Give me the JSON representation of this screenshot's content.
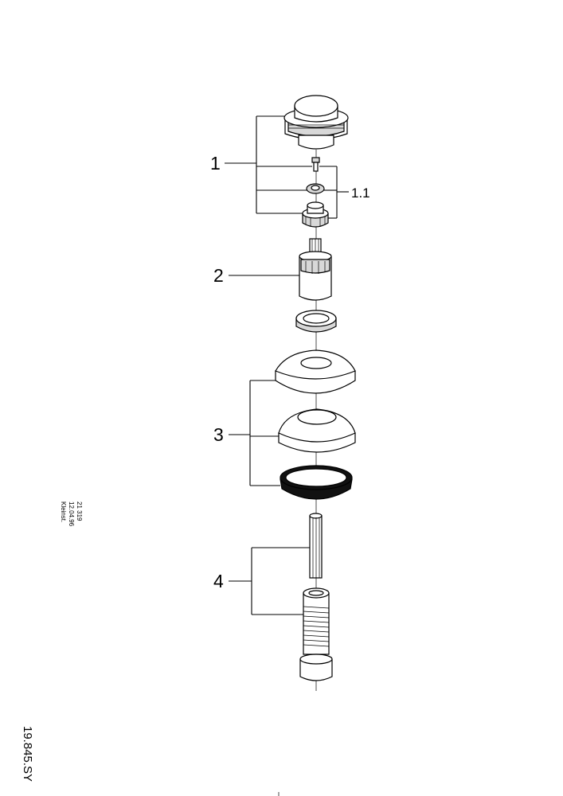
{
  "callouts": {
    "c1": "1",
    "c1_1": "1.1",
    "c2": "2",
    "c3": "3",
    "c4": "4"
  },
  "meta_text": {
    "line1": "21 319",
    "line2": "12.04.96",
    "line3": "Kleinst."
  },
  "drawing_number": "19.845.SY"
}
